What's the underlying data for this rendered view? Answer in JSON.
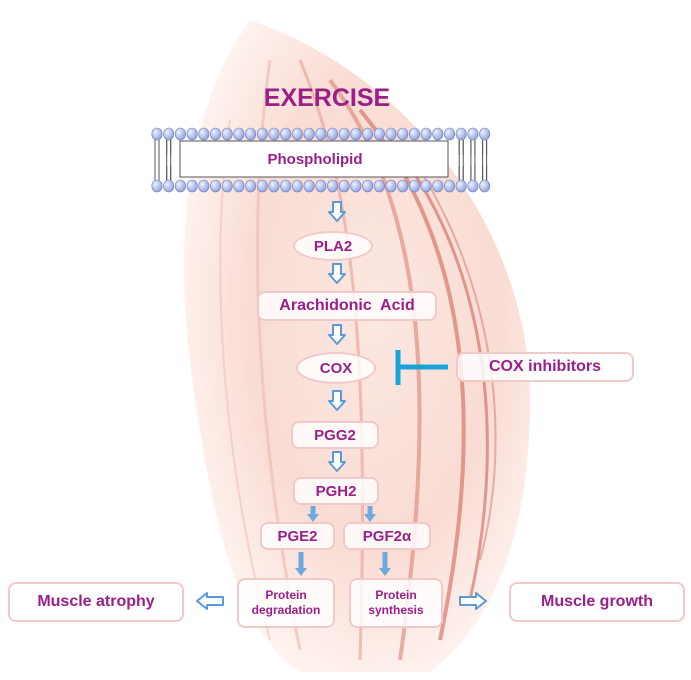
{
  "title": "EXERCISE",
  "membrane": {
    "label": "Phospholipid"
  },
  "pathway": {
    "pla2": "PLA2",
    "arachidonic": "Arachidonic  Acid",
    "cox": "COX",
    "cox_inhibitors": "COX inhibitors",
    "pgg2": "PGG2",
    "pgh2": "PGH2",
    "pge2": "PGE2",
    "pgf2a": "PGF2α",
    "protein_degradation_1": "Protein",
    "protein_degradation_2": "degradation",
    "protein_synthesis_1": "Protein",
    "protein_synthesis_2": "synthesis"
  },
  "outcomes": {
    "atrophy": "Muscle atrophy",
    "growth": "Muscle growth"
  },
  "colors": {
    "text": "#9b1f8a",
    "arrow_fill": "#ffffff",
    "arrow_stroke": "#5b9bd5",
    "inhibitor": "#1aa3d9",
    "box_border": "#f2c9c9",
    "lipid_head": "#a9b8e8"
  }
}
